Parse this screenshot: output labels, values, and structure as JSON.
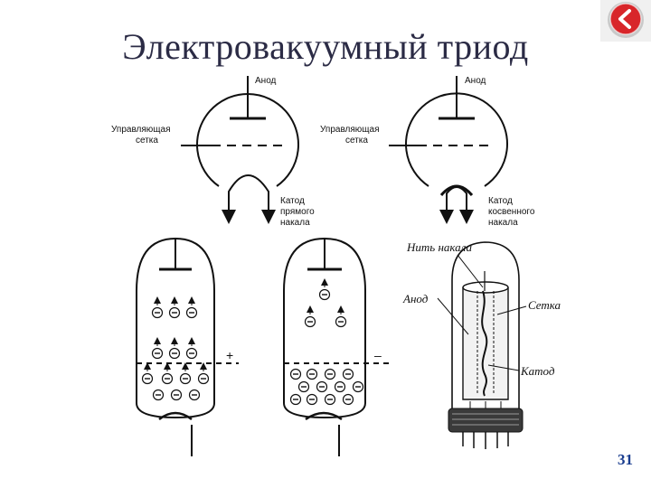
{
  "title": "Электровакуумный триод",
  "page_number": "31",
  "nav": {
    "back_icon": "chevron-left-icon",
    "accent": "#d8262a"
  },
  "tube_direct": {
    "anode_label": "Анод",
    "grid_label_1": "Управляющая",
    "grid_label_2": "сетка",
    "cathode_label_1": "Катод",
    "cathode_label_2": "прямого",
    "cathode_label_3": "накала"
  },
  "tube_indirect": {
    "anode_label": "Анод",
    "grid_label_1": "Управляющая",
    "grid_label_2": "сетка",
    "cathode_label_1": "Катод",
    "cathode_label_2": "косвенного",
    "cathode_label_3": "накала"
  },
  "bulb_positive": {
    "grid_sign": "+"
  },
  "bulb_negative": {
    "grid_sign": "–"
  },
  "cutaway": {
    "filament_label": "Нить накала",
    "anode_label": "Анод",
    "grid_label": "Сетка",
    "cathode_label": "Катод"
  },
  "electron_symbol": "⊖"
}
